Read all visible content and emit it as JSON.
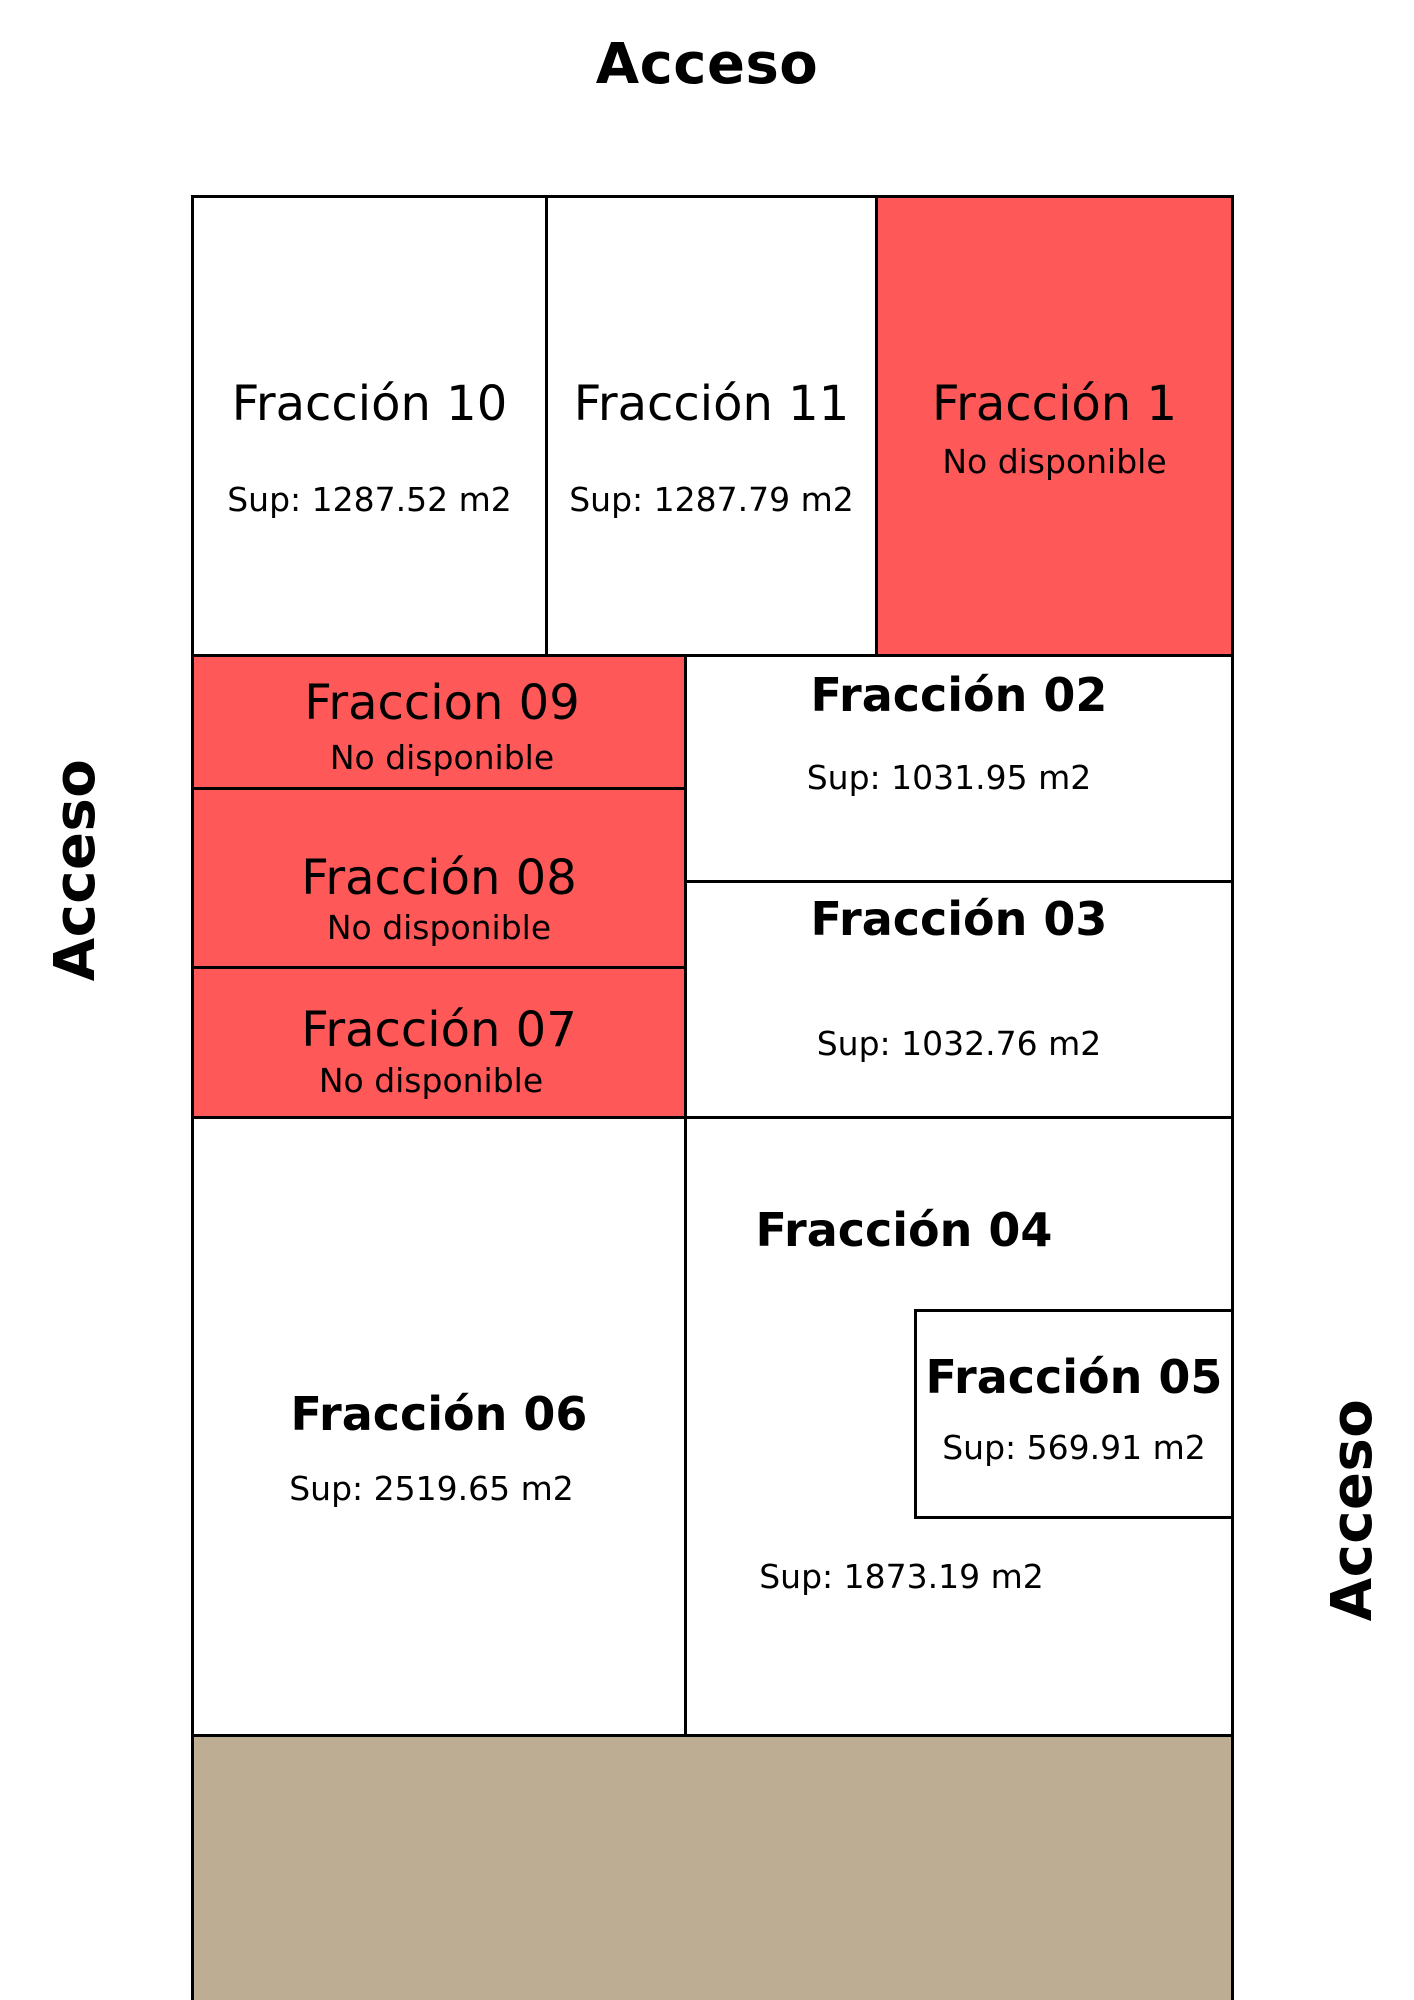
{
  "access": {
    "top": "Acceso",
    "left": "Acceso",
    "right": "Acceso"
  },
  "colors": {
    "unavailable": "#fe5858",
    "available": "#ffffff",
    "reserve": "#bdae93",
    "line": "#000000"
  },
  "plots": {
    "f10": {
      "name": "Fracción 10",
      "area": "Sup: 1287.52 m2"
    },
    "f11": {
      "name": "Fracción 11",
      "area": "Sup: 1287.79 m2"
    },
    "f1": {
      "name": "Fracción 1",
      "status": "No disponible"
    },
    "f09": {
      "name": "Fraccion 09",
      "status": "No disponible"
    },
    "f08": {
      "name": "Fracción 08",
      "status": "No disponible"
    },
    "f07": {
      "name": "Fracción 07",
      "status": "No disponible"
    },
    "f02": {
      "name": "Fracción 02",
      "area": "Sup: 1031.95 m2"
    },
    "f03": {
      "name": "Fracción 03",
      "area": "Sup: 1032.76 m2"
    },
    "f04": {
      "name": "Fracción 04",
      "area": "Sup: 1873.19 m2"
    },
    "f05": {
      "name": "Fracción 05",
      "area": "Sup: 569.91 m2"
    },
    "f06": {
      "name": "Fracción 06",
      "area": "Sup: 2519.65 m2"
    }
  }
}
